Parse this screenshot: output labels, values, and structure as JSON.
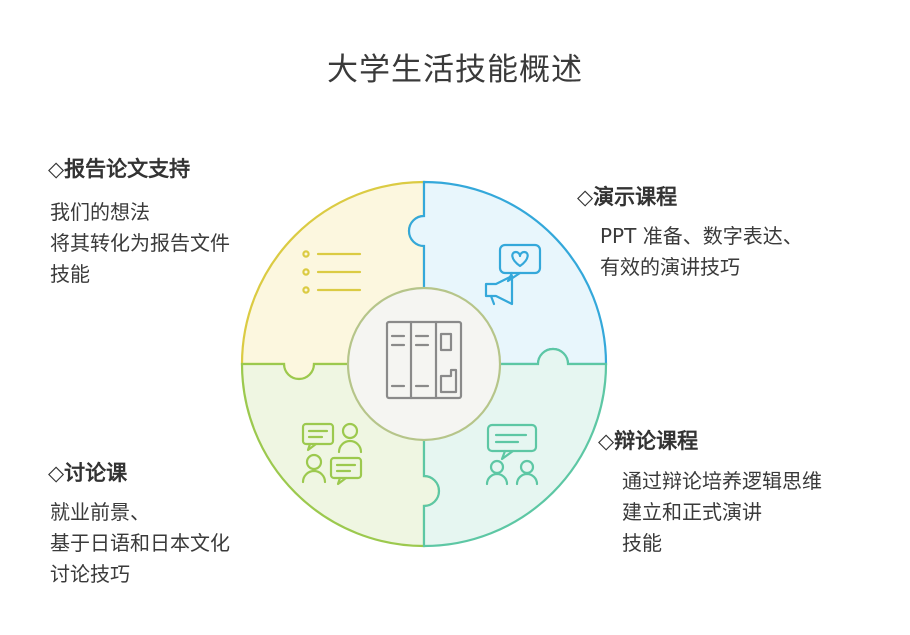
{
  "title": "大学生活技能概述",
  "colors": {
    "yellow_fill": "#FCF7DF",
    "yellow_stroke": "#DBCB43",
    "blue_fill": "#E8F6FC",
    "blue_stroke": "#34A8DA",
    "lime_fill": "#EFF6E2",
    "lime_stroke": "#9CC94E",
    "mint_fill": "#E6F6F1",
    "mint_stroke": "#5DC7A4",
    "center_fill": "#F5F5F2",
    "center_stroke": "#B6C58A",
    "icon": "#8A8A8A"
  },
  "sections": [
    {
      "id": "report",
      "heading": "◇报告论文支持",
      "lines": [
        "我们的想法",
        "将其转化为报告文件",
        "技能"
      ],
      "icon": "list-icon",
      "color": "yellow"
    },
    {
      "id": "presentation",
      "heading": "◇演示课程",
      "lines": [
        "PPT 准备、数字表达、",
        "有效的演讲技巧"
      ],
      "icon": "megaphone-heart-icon",
      "color": "blue"
    },
    {
      "id": "discussion",
      "heading": "◇讨论课",
      "lines": [
        "就业前景、",
        "基于日语和日本文化",
        "讨论技巧"
      ],
      "icon": "group-discussion-icon",
      "color": "lime"
    },
    {
      "id": "debate",
      "heading": "◇辩论课程",
      "lines": [
        "通过辩论培养逻辑思维",
        "建立和正式演讲",
        "技能"
      ],
      "icon": "debate-icon",
      "color": "mint"
    }
  ],
  "center_icon": "file-cabinet-icon"
}
